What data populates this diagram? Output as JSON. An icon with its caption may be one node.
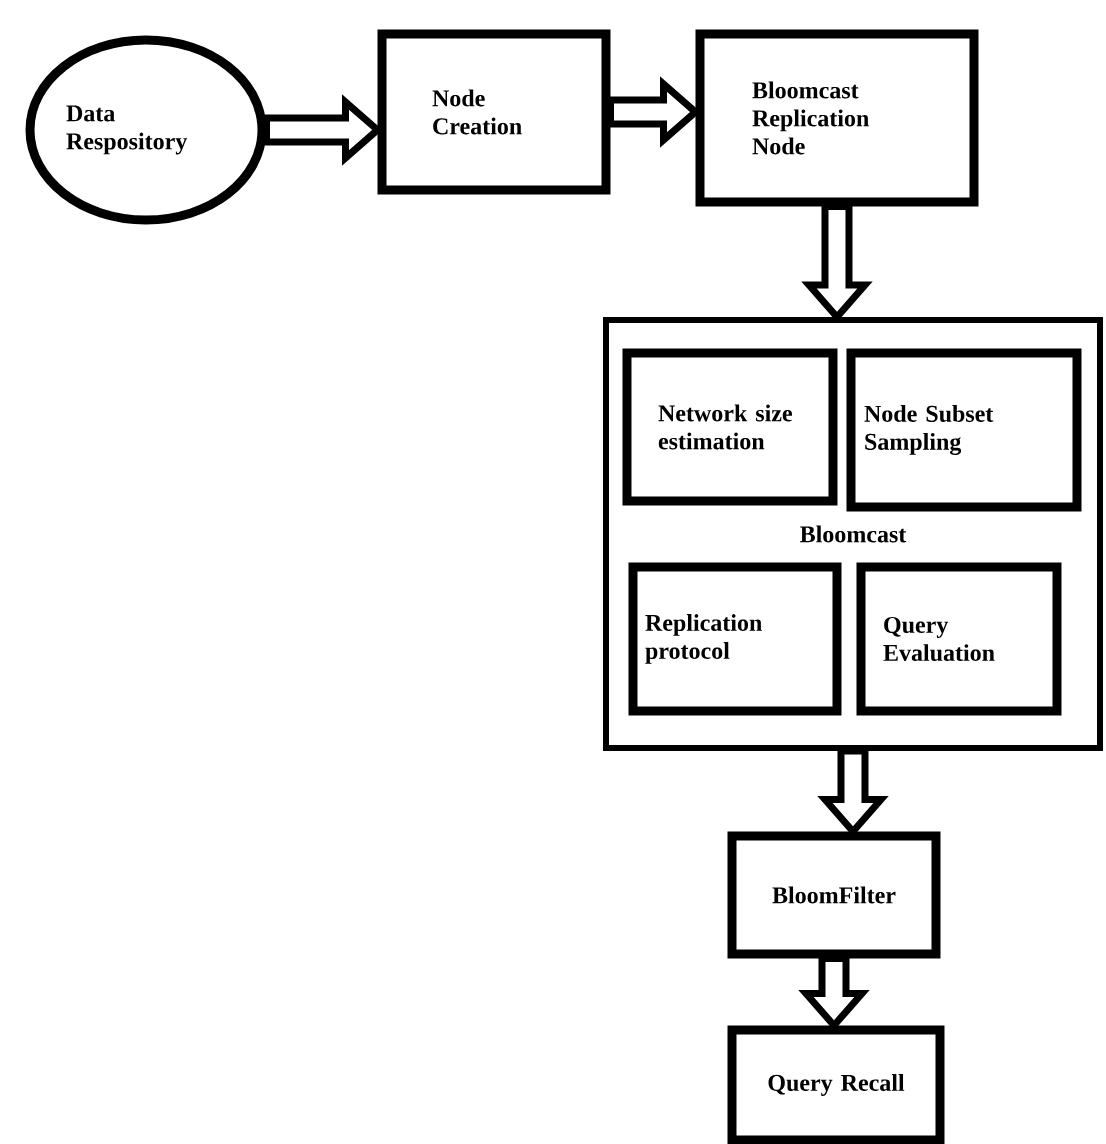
{
  "diagram": {
    "nodes": [
      {
        "text": [
          "Data Respository"
        ]
      },
      {
        "text": [
          "Node Creation"
        ]
      },
      {
        "text": [
          "Bloomcast Replication Node"
        ]
      },
      {
        "text": [
          "Bloomcast"
        ]
      },
      {
        "text": [
          "Network size estimation"
        ],
        "in": 3
      },
      {
        "text": [
          "Node Subset Sampling"
        ],
        "in": 3
      },
      {
        "text": [
          "Replication protocol"
        ],
        "in": 3
      },
      {
        "text": [
          "Query Evaluation"
        ],
        "in": 3
      },
      {
        "text": [
          "BloomFilter"
        ]
      },
      {
        "text": [
          "Query Recall"
        ]
      }
    ],
    "edges": [
      {
        "from": 0,
        "to": 1,
        "arrow": "to"
      },
      {
        "from": 1,
        "to": 2,
        "arrow": "to"
      },
      {
        "from": 2,
        "to": 3,
        "arrow": "to"
      },
      {
        "from": 3,
        "to": 8,
        "arrow": "to"
      },
      {
        "from": 8,
        "to": 9,
        "arrow": "to"
      }
    ]
  }
}
